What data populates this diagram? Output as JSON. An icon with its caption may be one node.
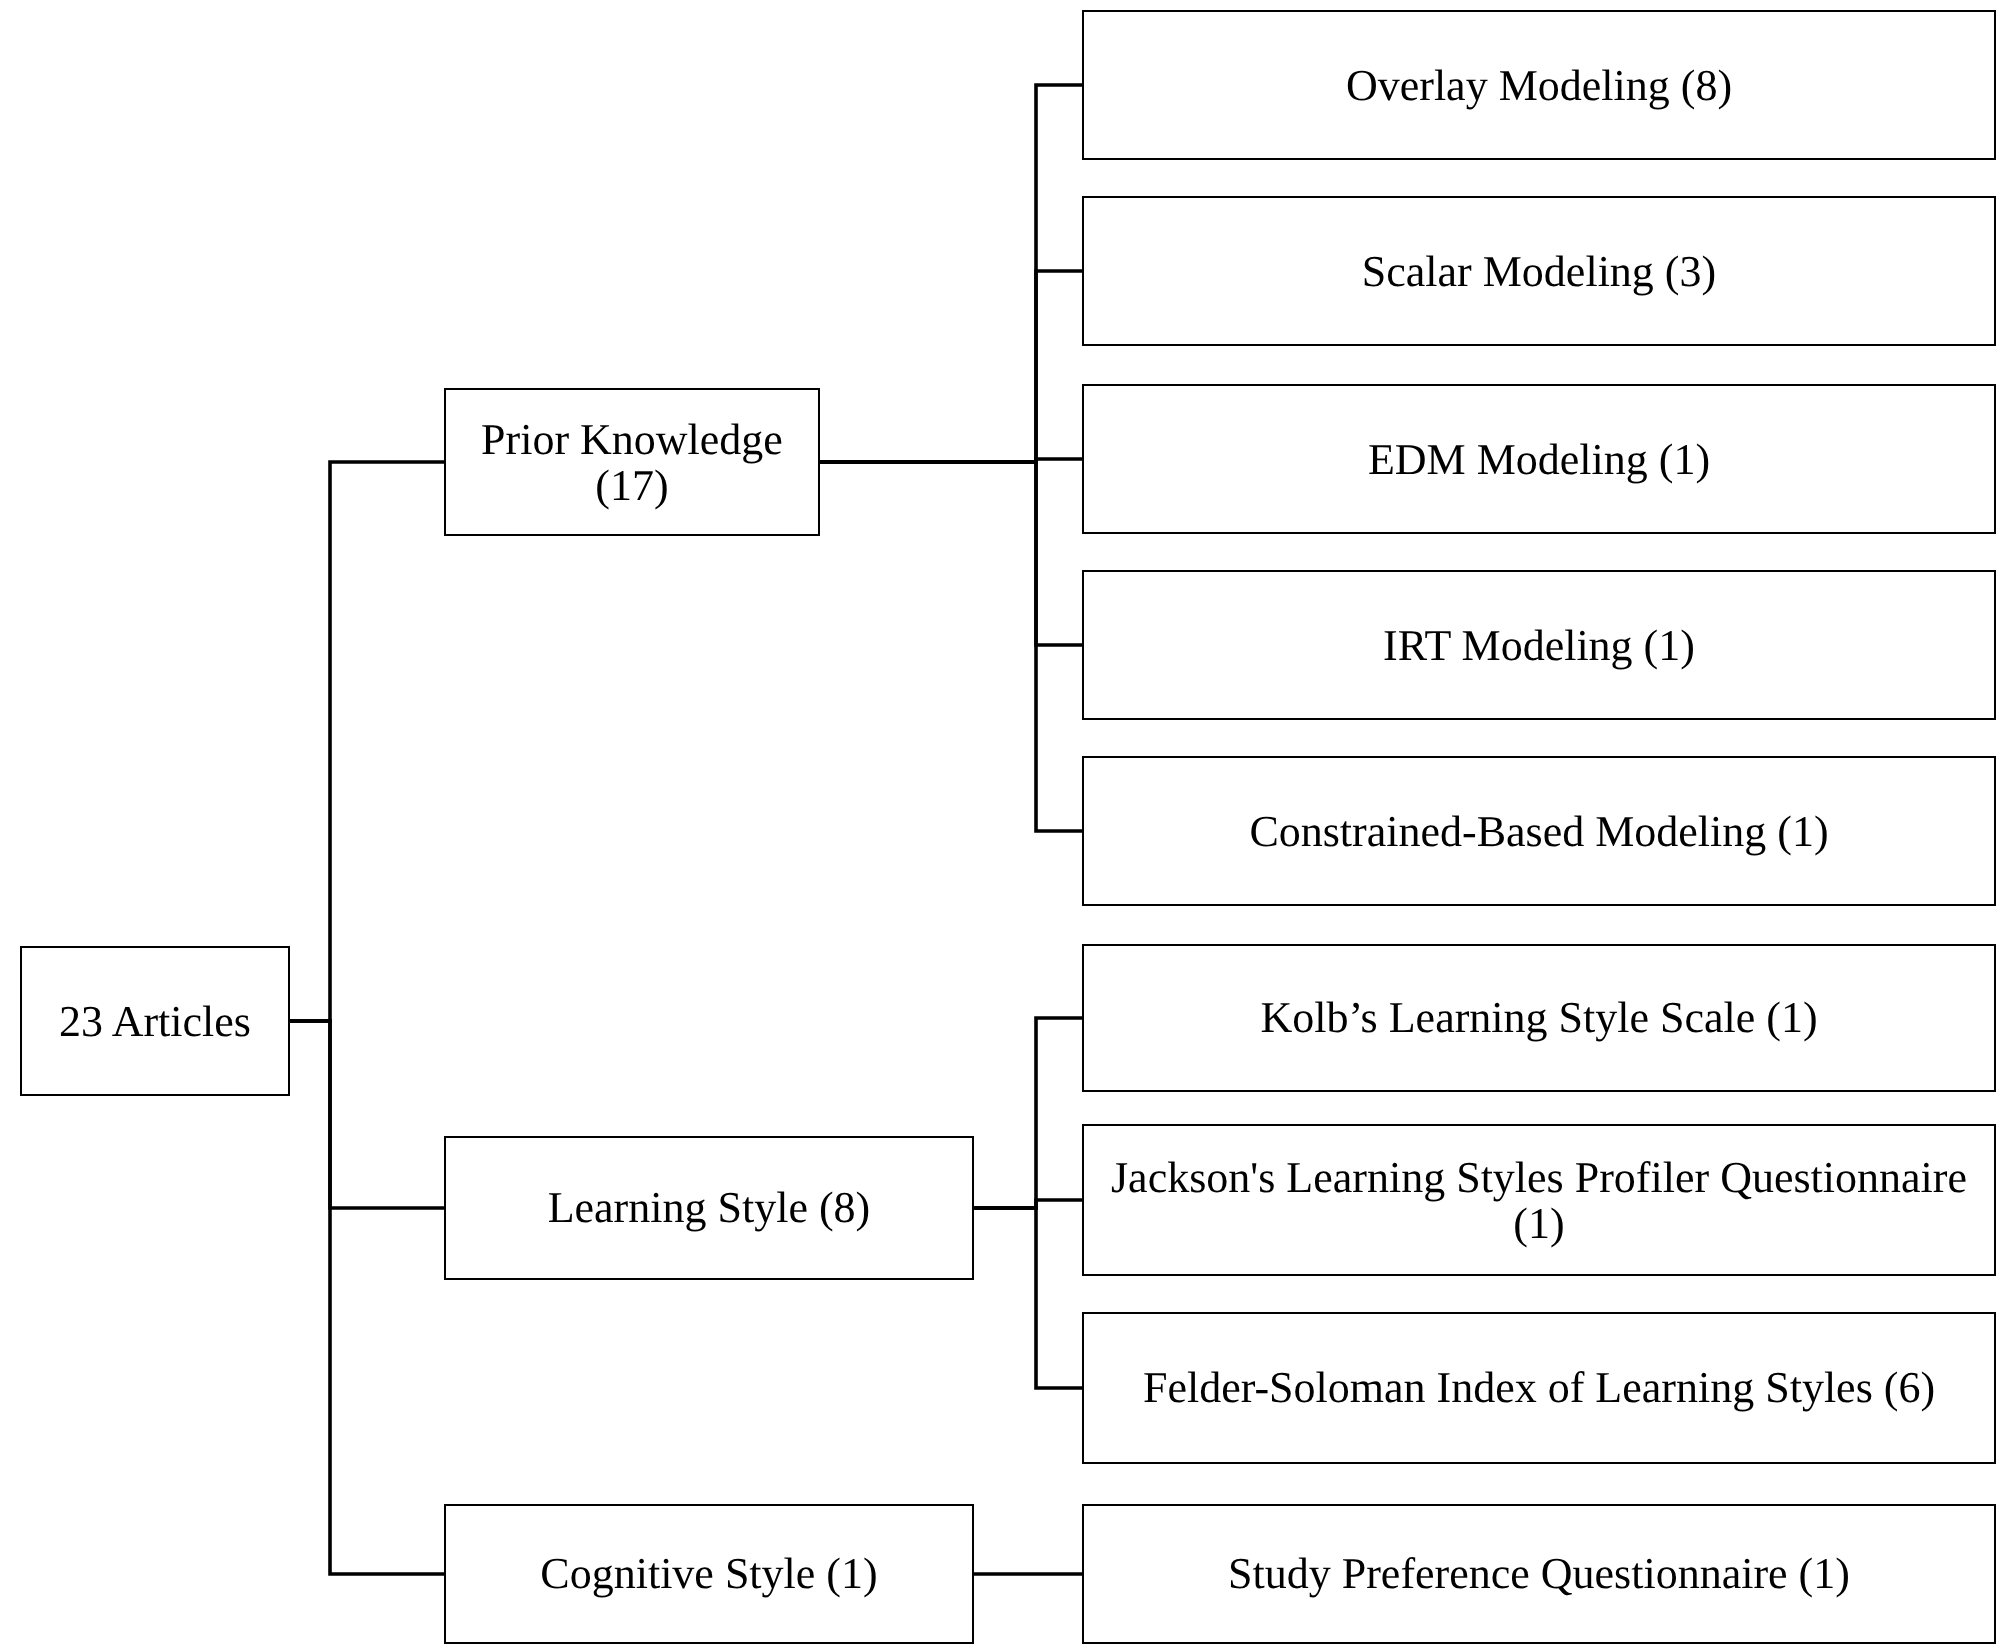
{
  "diagram": {
    "nodes": [
      {
        "text": [
          "23 Articles"
        ]
      },
      {
        "text": [
          "Prior Knowledge (17)"
        ]
      },
      {
        "text": [
          "Overlay Modeling (8)"
        ]
      },
      {
        "text": [
          "Scalar Modeling (3)"
        ]
      },
      {
        "text": [
          "EDM Modeling (1)"
        ]
      },
      {
        "text": [
          "IRT Modeling (1)"
        ]
      },
      {
        "text": [
          "Constrained-Based Modeling (1)"
        ]
      },
      {
        "text": [
          "Learning Style (8)"
        ]
      },
      {
        "text": [
          "Kolb’s Learning Style Scale (1)"
        ]
      },
      {
        "text": [
          "Jackson's Learning Styles Profiler Questionnaire (1)"
        ]
      },
      {
        "text": [
          "Felder-Soloman Index of Learning Styles (6)"
        ]
      },
      {
        "text": [
          "Cognitive Style (1)"
        ]
      },
      {
        "text": [
          "Study Preference Questionnaire (1)"
        ]
      }
    ],
    "edges": [
      {
        "from": 0,
        "to": 1,
        "arrow": "none"
      },
      {
        "from": 0,
        "to": 7,
        "arrow": "none"
      },
      {
        "from": 0,
        "to": 11,
        "arrow": "none"
      },
      {
        "from": 1,
        "to": 2,
        "arrow": "none"
      },
      {
        "from": 1,
        "to": 3,
        "arrow": "none"
      },
      {
        "from": 1,
        "to": 4,
        "arrow": "none"
      },
      {
        "from": 1,
        "to": 5,
        "arrow": "none"
      },
      {
        "from": 1,
        "to": 6,
        "arrow": "none"
      },
      {
        "from": 7,
        "to": 8,
        "arrow": "none"
      },
      {
        "from": 7,
        "to": 9,
        "arrow": "none"
      },
      {
        "from": 7,
        "to": 10,
        "arrow": "none"
      },
      {
        "from": 11,
        "to": 12,
        "arrow": "none"
      }
    ]
  }
}
